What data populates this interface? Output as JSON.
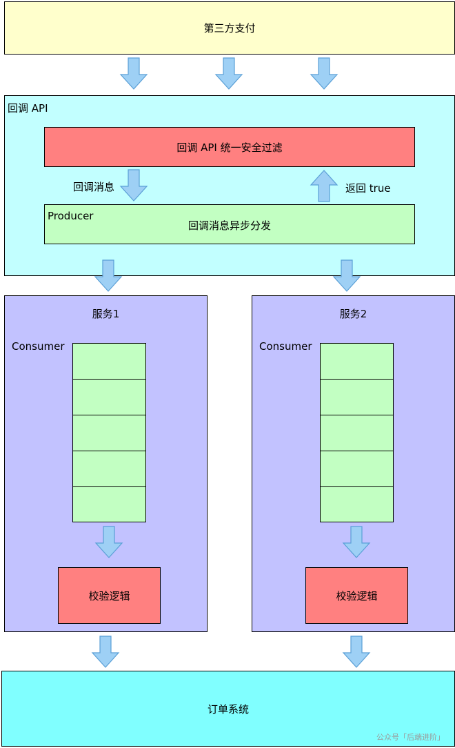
{
  "third_party": {
    "label": "第三方支付"
  },
  "callback_api": {
    "title": "回调 API",
    "security_filter": "回调 API 统一安全过滤",
    "msg_label": "回调消息",
    "return_label": "返回 true",
    "producer": {
      "title": "Producer",
      "label": "回调消息异步分发"
    }
  },
  "services": [
    {
      "title": "服务1",
      "consumer": "Consumer",
      "check": "校验逻辑"
    },
    {
      "title": "服务2",
      "consumer": "Consumer",
      "check": "校验逻辑"
    }
  ],
  "order_system": {
    "label": "订单系统"
  },
  "watermark": "公众号「后端进阶」",
  "colors": {
    "third_party": "#ffffcc",
    "callback_api": "#c2ffff",
    "filter": "#ff8080",
    "producer": "#c2ffc2",
    "service": "#c2c2ff",
    "check": "#ff8080",
    "order": "#80ffff",
    "arrow": "#9ed0f5",
    "arrow_stroke": "#5a9fd6"
  }
}
